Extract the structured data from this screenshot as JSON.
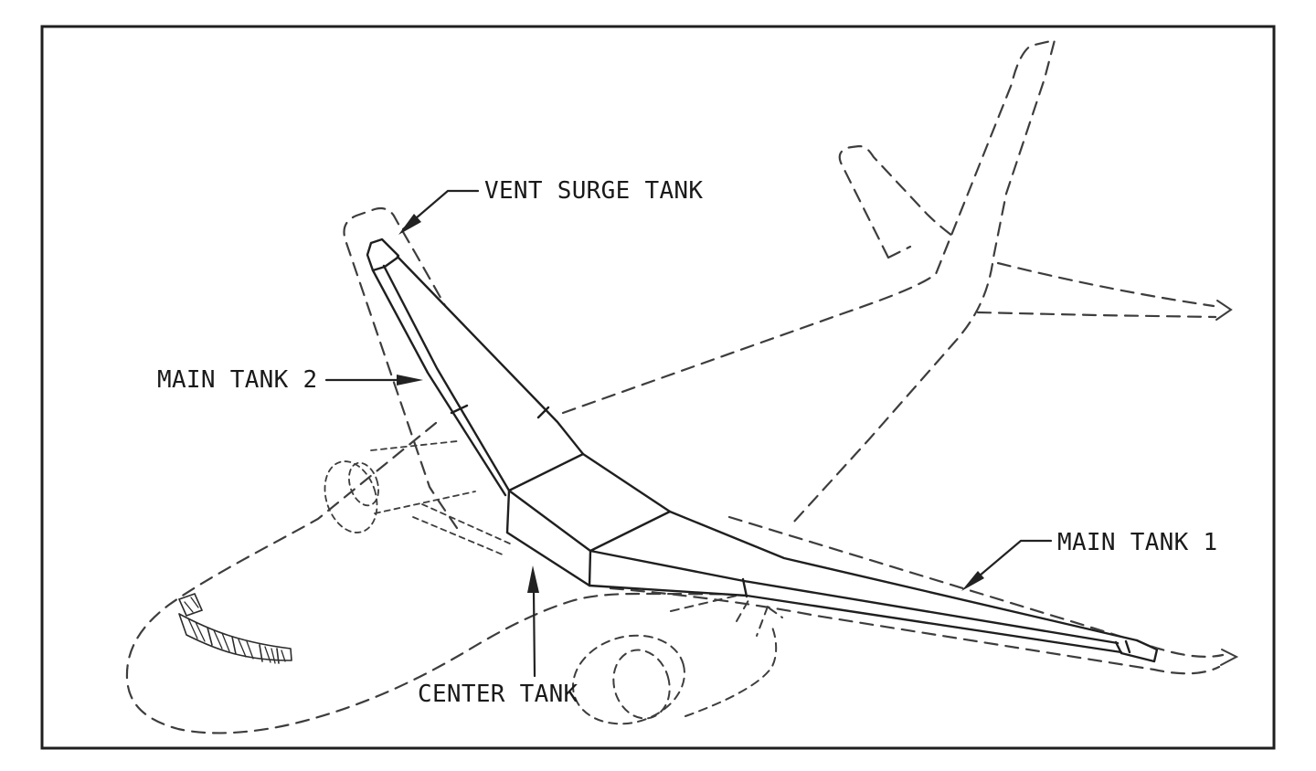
{
  "figure": {
    "kind": "aircraft-fuel-tank-location-diagram",
    "colors": {
      "background": "#ffffff",
      "solid_line": "#1f1f1f",
      "dashed_line": "#3d3d3d",
      "text": "#1a1a1a"
    },
    "labels": [
      {
        "id": "vent-surge-tank",
        "text": "VENT SURGE TANK"
      },
      {
        "id": "main-tank-2",
        "text": "MAIN TANK 2"
      },
      {
        "id": "main-tank-1",
        "text": "MAIN TANK 1"
      },
      {
        "id": "center-tank",
        "text": "CENTER TANK"
      }
    ]
  }
}
